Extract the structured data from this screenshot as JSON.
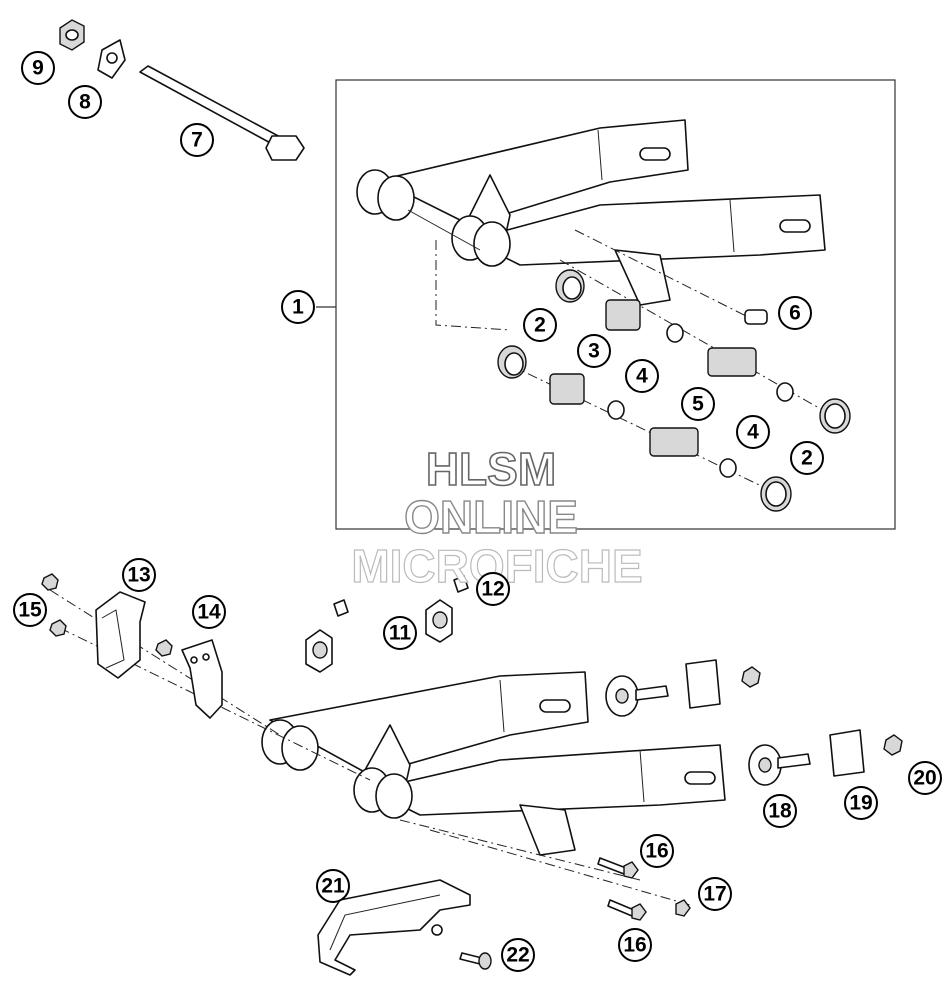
{
  "callouts": {
    "c1": "1",
    "c2a": "2",
    "c2b": "2",
    "c3": "3",
    "c4a": "4",
    "c4b": "4",
    "c5": "5",
    "c6": "6",
    "c7": "7",
    "c8": "8",
    "c9": "9",
    "c11": "11",
    "c12": "12",
    "c13": "13",
    "c14": "14",
    "c15": "15",
    "c16a": "16",
    "c16b": "16",
    "c17": "17",
    "c18": "18",
    "c19": "19",
    "c20": "20",
    "c21": "21",
    "c22": "22"
  },
  "watermark": {
    "line1": "HLSM",
    "line2": "ONLINE",
    "line3": "MICROFICHE"
  },
  "colors": {
    "line": "#111111",
    "background": "#ffffff"
  }
}
